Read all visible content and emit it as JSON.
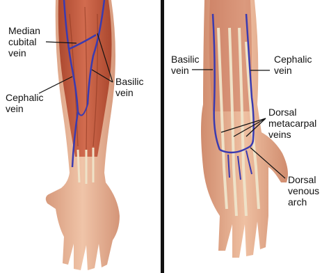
{
  "left_panel": {
    "labels": {
      "median_cubital": "Median\ncubital\nvein",
      "basilic": "Basilic\nvein",
      "cephalic": "Cephalic\nvein"
    }
  },
  "right_panel": {
    "labels": {
      "basilic": "Basilic\nvein",
      "cephalic": "Cephalic\nvein",
      "dorsal_metacarpal": "Dorsal\nmetacarpal\nveins",
      "dorsal_venous_arch": "Dorsal\nvenous\narch"
    }
  },
  "colors": {
    "skin": "#e8b69a",
    "muscle": "#c85a3a",
    "tendon": "#efe2c8",
    "vein": "#3a3ab0",
    "divider": "#111111"
  }
}
